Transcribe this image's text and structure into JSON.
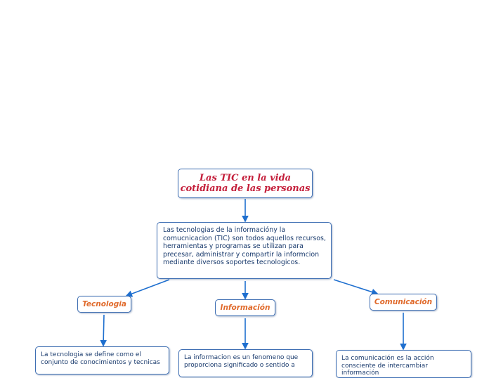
{
  "root": {
    "title_line1": "Las TIC en la vida",
    "title_line2": "cotidiana de las personas"
  },
  "main_description": "Las tecnologias de la informacióny la comucnicacion (TIC) son todos aquellos recursos, herramientas y programas se utilizan para precesar, administrar y compartir la informcion mediante diversos soportes tecnologicos.",
  "topics": [
    {
      "label": "Tecnologia",
      "description": "La tecnologia se define como el conjunto de conocimientos y tecnicas"
    },
    {
      "label": "Información",
      "description": "La informacion es un fenomeno que proporciona significado o sentido a"
    },
    {
      "label": "Comunicación",
      "description": "La comunicación es la acción consciente de intercambiar información"
    }
  ],
  "colors": {
    "title": "#c41e3a",
    "topic": "#e06a2b",
    "text": "#1a3b6d",
    "border": "#3f6fb3",
    "connector": "#1e6fcf"
  }
}
